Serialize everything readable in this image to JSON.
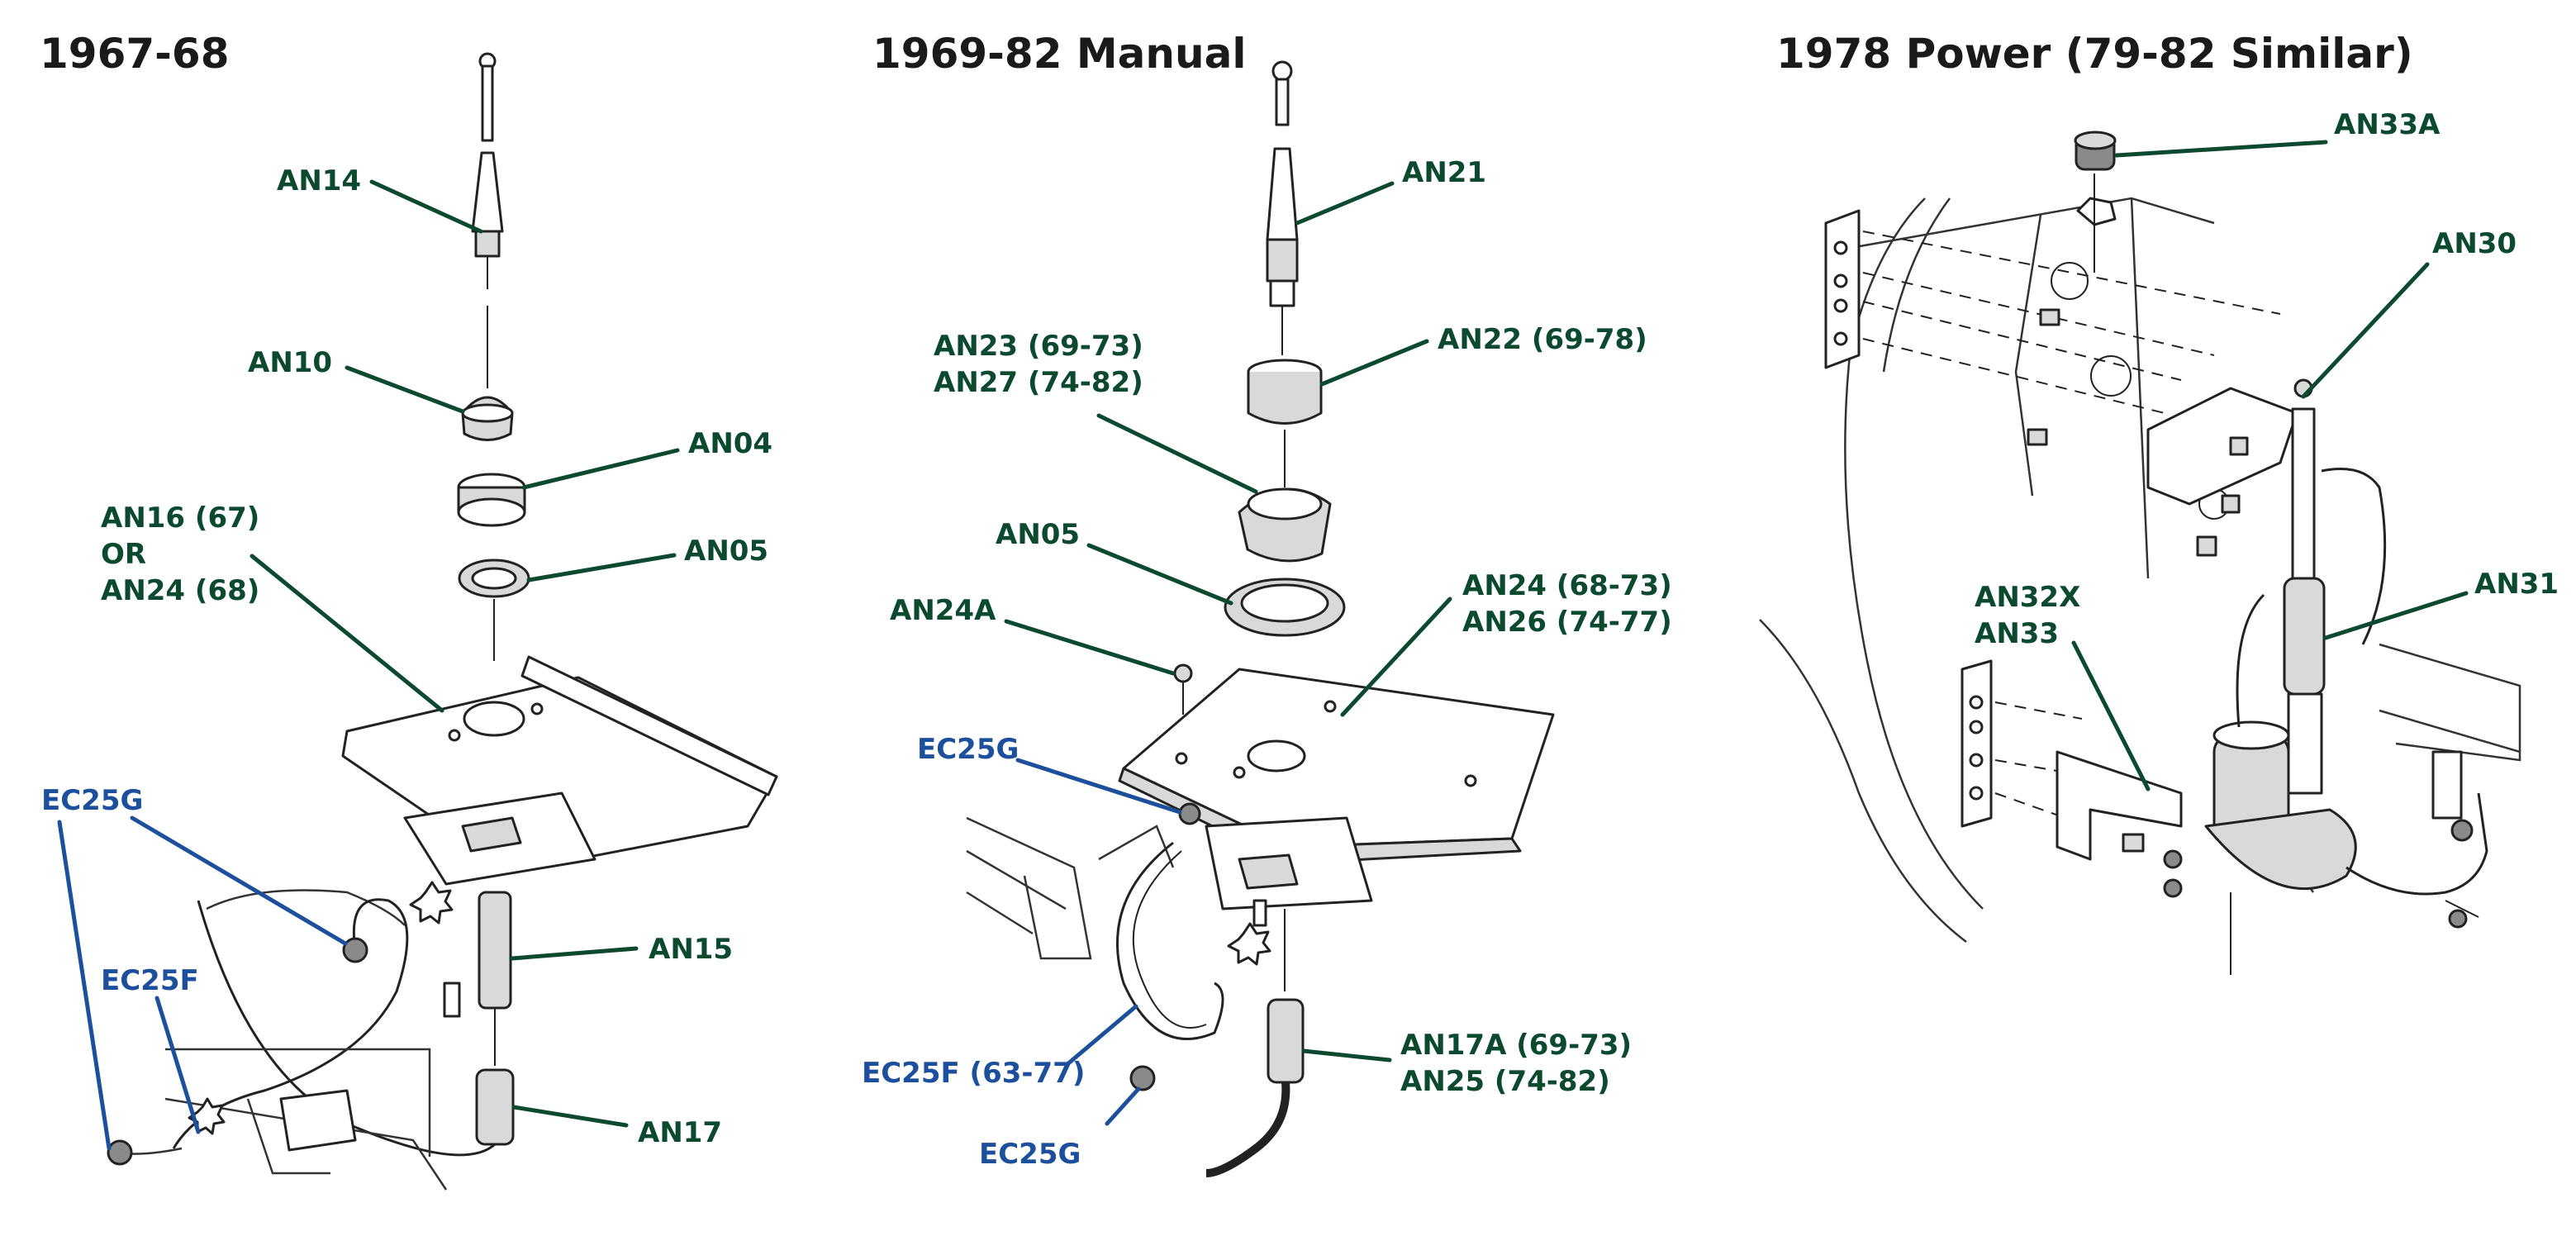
{
  "panels": [
    {
      "title": "1967-68",
      "labels": {
        "an14": "AN14",
        "an10": "AN10",
        "an04": "AN04",
        "an16_line1": "AN16 (67)",
        "an16_line2": "OR",
        "an16_line3": "AN24 (68)",
        "an05": "AN05",
        "ec25g": "EC25G",
        "ec25f": "EC25F",
        "an15": "AN15",
        "an17": "AN17"
      }
    },
    {
      "title": "1969-82 Manual",
      "labels": {
        "an21": "AN21",
        "an22": "AN22 (69-78)",
        "an23_line1": "AN23 (69-73)",
        "an23_line2": "AN27 (74-82)",
        "an05": "AN05",
        "an24a": "AN24A",
        "an24_line1": "AN24 (68-73)",
        "an24_line2": "AN26 (74-77)",
        "ec25g_top": "EC25G",
        "ec25f": "EC25F (63-77)",
        "ec25g_bottom": "EC25G",
        "an17a_line1": "AN17A (69-73)",
        "an17a_line2": "AN25 (74-82)"
      }
    },
    {
      "title": "1978 Power (79-82 Similar)",
      "labels": {
        "an33a": "AN33A",
        "an30": "AN30",
        "an31": "AN31",
        "an32x_line1": "AN32X",
        "an32x_line2": "AN33"
      }
    }
  ],
  "colors": {
    "part_label": "#0b4a2e",
    "electrical_label": "#1c4f9c",
    "title": "#1a1a1a"
  }
}
